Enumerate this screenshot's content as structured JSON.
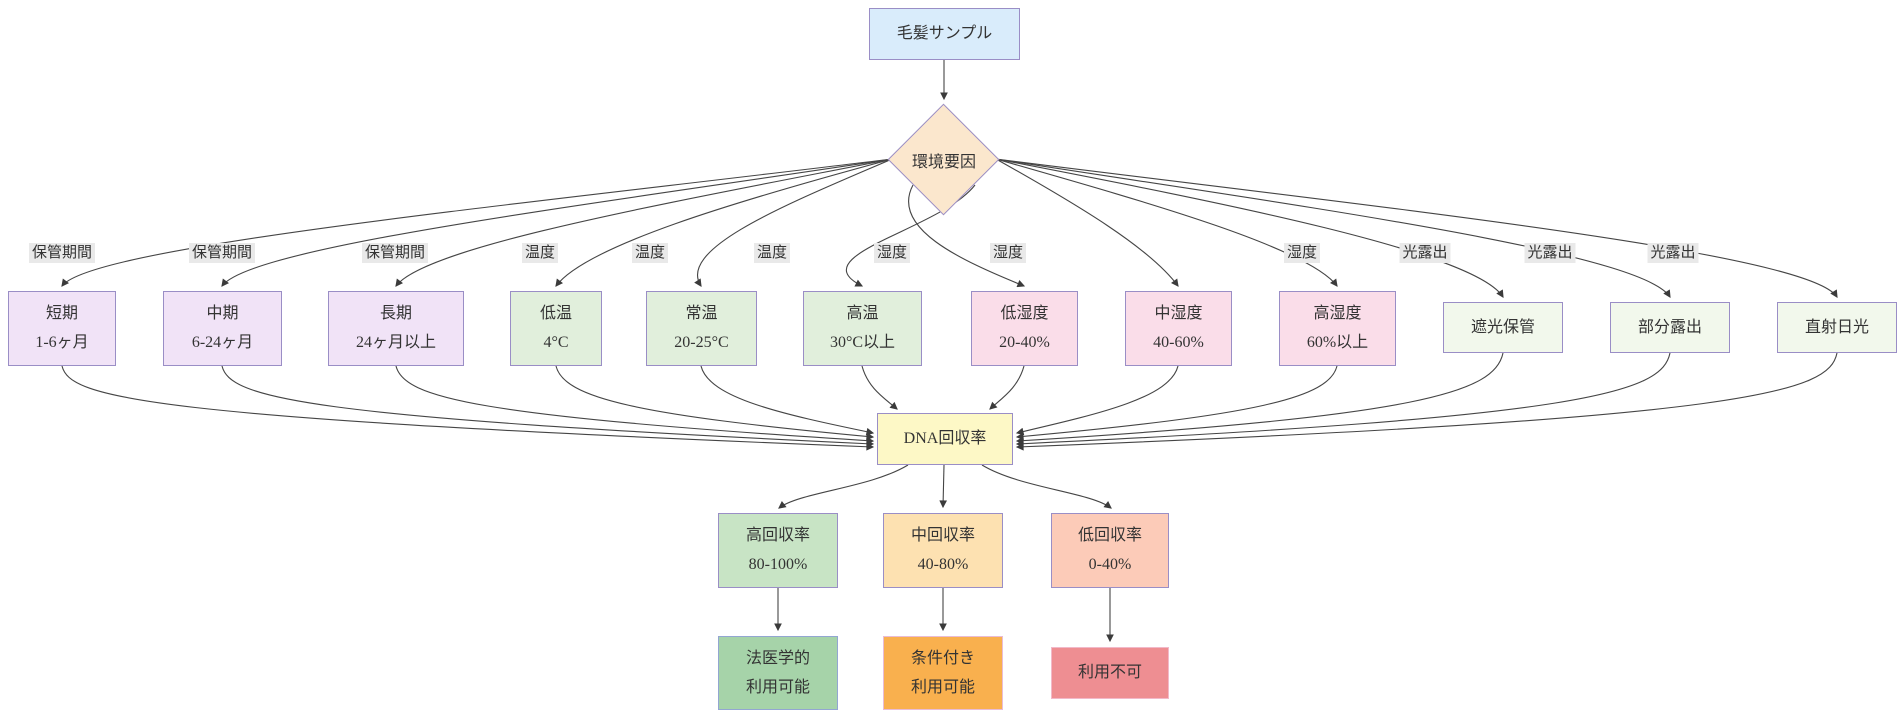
{
  "nodes": {
    "hair_sample": {
      "label": "毛髪サンプル"
    },
    "environment_factor": {
      "label": "環境要因"
    },
    "short_term": {
      "title": "短期",
      "subtitle": "1-6ヶ月"
    },
    "mid_term": {
      "title": "中期",
      "subtitle": "6-24ヶ月"
    },
    "long_term": {
      "title": "長期",
      "subtitle": "24ヶ月以上"
    },
    "low_temp": {
      "title": "低温",
      "subtitle": "4°C"
    },
    "room_temp": {
      "title": "常温",
      "subtitle": "20-25°C"
    },
    "high_temp": {
      "title": "高温",
      "subtitle": "30°C以上"
    },
    "low_humidity": {
      "title": "低湿度",
      "subtitle": "20-40%"
    },
    "mid_humidity": {
      "title": "中湿度",
      "subtitle": "40-60%"
    },
    "high_humidity": {
      "title": "高湿度",
      "subtitle": "60%以上"
    },
    "dark_storage": {
      "label": "遮光保管"
    },
    "partial_exposure": {
      "label": "部分露出"
    },
    "direct_sunlight": {
      "label": "直射日光"
    },
    "dna_recovery": {
      "label": "DNA回収率"
    },
    "high_recovery": {
      "title": "高回収率",
      "subtitle": "80-100%"
    },
    "mid_recovery": {
      "title": "中回収率",
      "subtitle": "40-80%"
    },
    "low_recovery": {
      "title": "低回収率",
      "subtitle": "0-40%"
    },
    "forensic_usable": {
      "title": "法医学的",
      "subtitle": "利用可能"
    },
    "conditional_usable": {
      "title": "条件付き",
      "subtitle": "利用可能"
    },
    "not_usable": {
      "label": "利用不可"
    }
  },
  "edge_labels": [
    "保管期間",
    "保管期間",
    "保管期間",
    "温度",
    "温度",
    "温度",
    "湿度",
    "湿度",
    "湿度",
    "光露出",
    "光露出",
    "光露出"
  ],
  "colors": {
    "node_border": "#9a8ec6",
    "hair_fill": "#d9ecfb",
    "env_fill": "#fbe7cd",
    "storage_fill": "#f1e3f7",
    "temp_fill": "#e1efdc",
    "humidity_fill": "#fadde9",
    "light_fill": "#f2f8ec",
    "dna_fill": "#fdf8c6",
    "high_recovery_fill": "#c8e4c5",
    "mid_recovery_fill": "#fde1b1",
    "low_recovery_fill": "#fccbb8",
    "forensic_fill": "#a6d3a9",
    "forensic_border": "#93a6d2",
    "conditional_fill": "#f9b04e",
    "conditional_border": "#e9bcd6",
    "not_usable_fill": "#ee8e92",
    "not_usable_border": "#f2b9c9",
    "edge_label_bg": "#e9e9e9",
    "edge_line": "#454545"
  }
}
